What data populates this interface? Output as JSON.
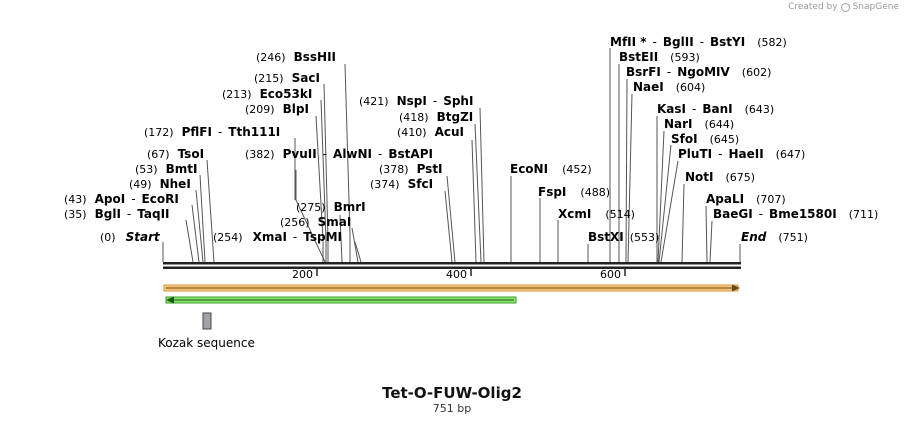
{
  "credit": {
    "text": "Created by",
    "brand": "SnapGene"
  },
  "plasmid": {
    "name": "Tet-O-FUW-Olig2",
    "size_text": "751 bp",
    "length": 751
  },
  "ruler": {
    "ticks": [
      "200",
      "400",
      "600"
    ]
  },
  "colors": {
    "orf_fill": "#f5c27a",
    "orf_stroke": "#c98a2e",
    "reverse_fill": "#8be36b",
    "reverse_stroke": "#2f8a1e",
    "kozak_fill": "#a0a4a8"
  },
  "features": {
    "kozak": "Kozak sequence"
  },
  "sites": [
    {
      "pos": "(246)",
      "names": [
        "BssHII"
      ]
    },
    {
      "pos": "(215)",
      "names": [
        "SacI"
      ]
    },
    {
      "pos": "(213)",
      "names": [
        "Eco53kI"
      ]
    },
    {
      "pos": "(209)",
      "names": [
        "BlpI"
      ]
    },
    {
      "pos": "(172)",
      "names": [
        "PflFI",
        "Tth111I"
      ]
    },
    {
      "pos": "(67)",
      "names": [
        "TsoI"
      ]
    },
    {
      "pos": "(53)",
      "names": [
        "BmtI"
      ]
    },
    {
      "pos": "(49)",
      "names": [
        "NheI"
      ]
    },
    {
      "pos": "(43)",
      "names": [
        "ApoI",
        "EcoRI"
      ]
    },
    {
      "pos": "(35)",
      "names": [
        "BglI",
        "TaqII"
      ]
    },
    {
      "pos": "(0)",
      "names": [
        "Start"
      ]
    },
    {
      "pos": "(382)",
      "names": [
        "PvuII",
        "AlwNI",
        "BstAPI"
      ]
    },
    {
      "pos": "(275)",
      "names": [
        "BmrI"
      ]
    },
    {
      "pos": "(256)",
      "names": [
        "SmaI"
      ]
    },
    {
      "pos": "(254)",
      "names": [
        "XmaI",
        "TspMI"
      ]
    },
    {
      "pos": "(421)",
      "names": [
        "NspI",
        "SphI"
      ]
    },
    {
      "pos": "(418)",
      "names": [
        "BtgZI"
      ]
    },
    {
      "pos": "(410)",
      "names": [
        "AcuI"
      ]
    },
    {
      "pos": "(378)",
      "names": [
        "PstI"
      ]
    },
    {
      "pos": "(374)",
      "names": [
        "SfcI"
      ]
    },
    {
      "pos": "(452)",
      "names": [
        "EcoNI"
      ]
    },
    {
      "pos": "(488)",
      "names": [
        "FspI"
      ]
    },
    {
      "pos": "(514)",
      "names": [
        "XcmI"
      ]
    },
    {
      "pos": "(553)",
      "names": [
        "BstXI"
      ]
    },
    {
      "pos": "(582)",
      "names": [
        "MfII *",
        "BglII",
        "BstYI"
      ]
    },
    {
      "pos": "(593)",
      "names": [
        "BstEII"
      ]
    },
    {
      "pos": "(602)",
      "names": [
        "BsrFI",
        "NgoMIV"
      ]
    },
    {
      "pos": "(604)",
      "names": [
        "NaeI"
      ]
    },
    {
      "pos": "(643)",
      "names": [
        "KasI",
        "BanI"
      ]
    },
    {
      "pos": "(644)",
      "names": [
        "NarI"
      ]
    },
    {
      "pos": "(645)",
      "names": [
        "SfoI"
      ]
    },
    {
      "pos": "(647)",
      "names": [
        "PluTI",
        "HaeII"
      ]
    },
    {
      "pos": "(675)",
      "names": [
        "NotI"
      ]
    },
    {
      "pos": "(707)",
      "names": [
        "ApaLI"
      ]
    },
    {
      "pos": "(711)",
      "names": [
        "BaeGI",
        "Bme1580I"
      ]
    },
    {
      "pos": "(751)",
      "names": [
        "End"
      ]
    }
  ]
}
